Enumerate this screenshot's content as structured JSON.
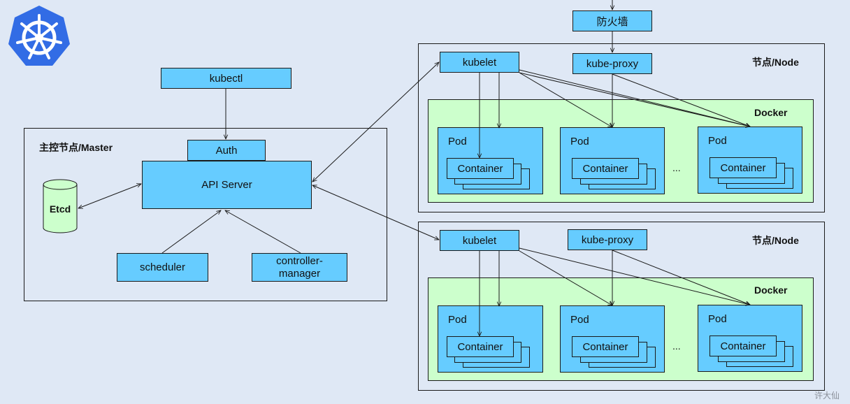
{
  "firewall": "防火墙",
  "master": {
    "title": "主控节点/Master",
    "kubectl": "kubectl",
    "auth": "Auth",
    "api_server": "API Server",
    "etcd": "Etcd",
    "scheduler": "scheduler",
    "controller_manager_line1": "controller-",
    "controller_manager_line2": "manager"
  },
  "nodes": [
    {
      "title": "节点/Node",
      "kubelet": "kubelet",
      "kube_proxy": "kube-proxy",
      "docker": "Docker",
      "pods": [
        {
          "label": "Pod",
          "container": "Container"
        },
        {
          "label": "Pod",
          "container": "Container"
        },
        {
          "label": "Pod",
          "container": "Container"
        }
      ],
      "ellipsis": "..."
    },
    {
      "title": "节点/Node",
      "kubelet": "kubelet",
      "kube_proxy": "kube-proxy",
      "docker": "Docker",
      "pods": [
        {
          "label": "Pod",
          "container": "Container"
        },
        {
          "label": "Pod",
          "container": "Container"
        },
        {
          "label": "Pod",
          "container": "Container"
        }
      ],
      "ellipsis": "..."
    }
  ],
  "watermark": "许大仙",
  "colors": {
    "background": "#dfe8f5",
    "component": "#66ccff",
    "docker_area": "#ccffcc",
    "logo": "#326ce5"
  },
  "icons": {
    "logo": "kubernetes-helm-logo"
  }
}
